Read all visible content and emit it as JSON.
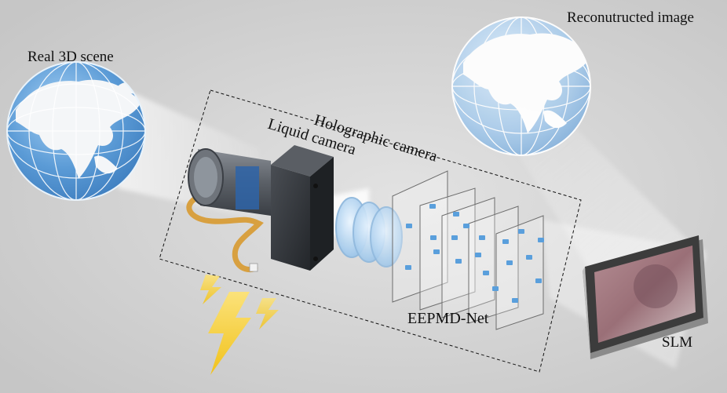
{
  "labels": {
    "real_scene": "Real 3D scene",
    "reconstructed": "Reconutructed image",
    "holographic_camera": "Holographic camera",
    "liquid_camera": "Liquid camera",
    "network": "EEPMD-Net",
    "slm": "SLM"
  },
  "colors": {
    "background": "#d3d3d3",
    "ocean": "#5b9bd6",
    "land": "#f4f6f8",
    "camera_body": "#2f3236",
    "ribbon": "#d8a040",
    "bolt": "#f5cf2a",
    "node": "#5a9fdc",
    "slm_screen": "#a77e86"
  },
  "icons": [
    "globe-icon",
    "camera-icon",
    "lens-icon",
    "lightning-bolt-icon",
    "monitor-icon"
  ]
}
